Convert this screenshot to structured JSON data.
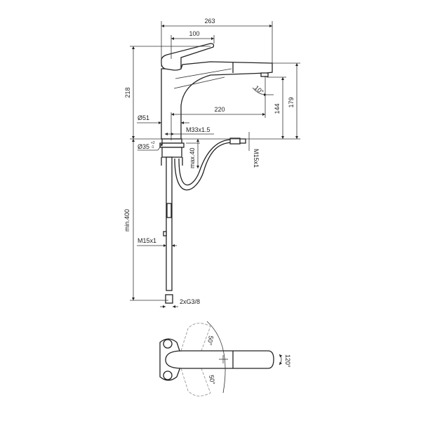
{
  "drawing": {
    "dimensions": {
      "overall_length": "263",
      "lever_length": "100",
      "overall_height": "218",
      "spout_height": "179",
      "outlet_height": "144",
      "spout_angle": "10°",
      "spout_reach": "220",
      "body_diameter": "Ø51",
      "mounting_thread": "M33x1.5",
      "hole_diameter": "Ø35",
      "hole_tolerance_upper": "+2",
      "hole_tolerance_lower": "-1",
      "max_deck_thickness": "max.40",
      "hose_thread_right": "M15x1",
      "hose_length": "min.400",
      "hose_thread_left": "M15x1",
      "connection": "2xG3/8",
      "rotation_left": "50°",
      "rotation_right": "50°",
      "spray_rotation": "120°"
    }
  }
}
